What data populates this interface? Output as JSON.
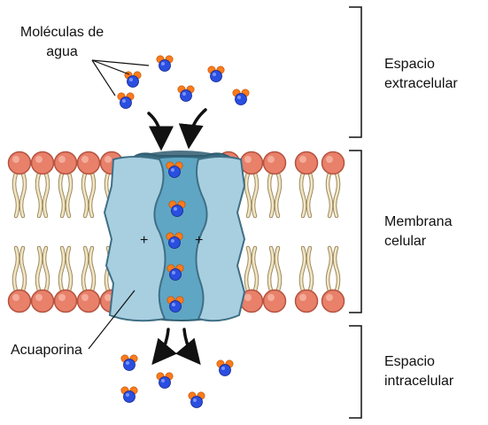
{
  "labels": {
    "molecules_line1": "Moléculas de",
    "molecules_line2": "agua",
    "aquaporin": "Acuaporina",
    "extracellular_line1": "Espacio",
    "extracellular_line2": "extracelular",
    "membrane_line1": "Membrana",
    "membrane_line2": "celular",
    "intracellular_line1": "Espacio",
    "intracellular_line2": "intracelular"
  },
  "charges": {
    "left": "+",
    "right": "+"
  },
  "colors": {
    "phospholipid_head": "#e8806a",
    "phospholipid_head_stroke": "#b5533f",
    "lipid_tail": "#f2e6c4",
    "protein_fill": "#a8cfe0",
    "protein_stroke": "#3f6f85",
    "channel_fill": "#5fa6c4",
    "water_oxygen": "#2a4fe0",
    "water_hydrogen": "#ff7a1a",
    "arrow": "#111111",
    "bracket": "#111111"
  },
  "icons": {
    "water_molecule": "water-molecule-icon",
    "arrow": "arrow-down-icon",
    "bracket": "bracket-icon"
  }
}
